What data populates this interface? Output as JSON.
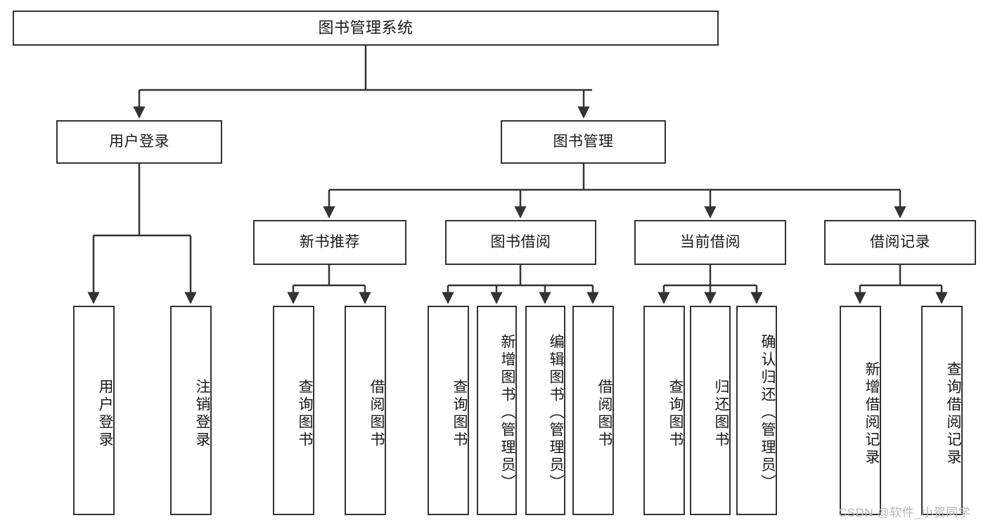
{
  "diagram": {
    "title": "图书管理系统",
    "type": "function-structure-tree",
    "watermark": "CSDN @软件_小贺同学",
    "colors": {
      "background": "#ffffff",
      "box_border": "#333333",
      "box_fill": "#ffffff",
      "edge": "#333333",
      "text": "#1a1a1a",
      "watermark": "#b9b9b9"
    }
  },
  "nodes": {
    "root": {
      "label": "图书管理系统",
      "level": 0
    },
    "level1": [
      {
        "id": "user-login",
        "label": "用户登录"
      },
      {
        "id": "book-manage",
        "label": "图书管理"
      }
    ],
    "level2": [
      {
        "id": "new-book-recommend",
        "label": "新书推荐",
        "parent": "book-manage"
      },
      {
        "id": "book-borrow",
        "label": "图书借阅",
        "parent": "book-manage"
      },
      {
        "id": "current-borrow",
        "label": "当前借阅",
        "parent": "book-manage"
      },
      {
        "id": "borrow-record",
        "label": "借阅记录",
        "parent": "book-manage"
      }
    ],
    "leaves": {
      "user-login": [
        {
          "id": "leaf-user-login",
          "label": "用户登录"
        },
        {
          "id": "leaf-user-logout",
          "label": "注销登录"
        }
      ],
      "new-book-recommend": [
        {
          "id": "leaf-query-book-1",
          "label": "查询图书"
        },
        {
          "id": "leaf-borrow-book-1",
          "label": "借阅图书"
        }
      ],
      "book-borrow": [
        {
          "id": "leaf-query-book-2",
          "label": "查询图书"
        },
        {
          "id": "leaf-add-book",
          "label": "新增图书（管理员）"
        },
        {
          "id": "leaf-edit-book",
          "label": "编辑图书（管理员）"
        },
        {
          "id": "leaf-borrow-book-2",
          "label": "借阅图书"
        }
      ],
      "current-borrow": [
        {
          "id": "leaf-query-book-3",
          "label": "查询图书"
        },
        {
          "id": "leaf-return-book",
          "label": "归还图书"
        },
        {
          "id": "leaf-confirm-return",
          "label": "确认归还（管理员）"
        }
      ],
      "borrow-record": [
        {
          "id": "leaf-add-record",
          "label": "新增借阅记录"
        },
        {
          "id": "leaf-query-record",
          "label": "查询借阅记录"
        }
      ]
    }
  }
}
